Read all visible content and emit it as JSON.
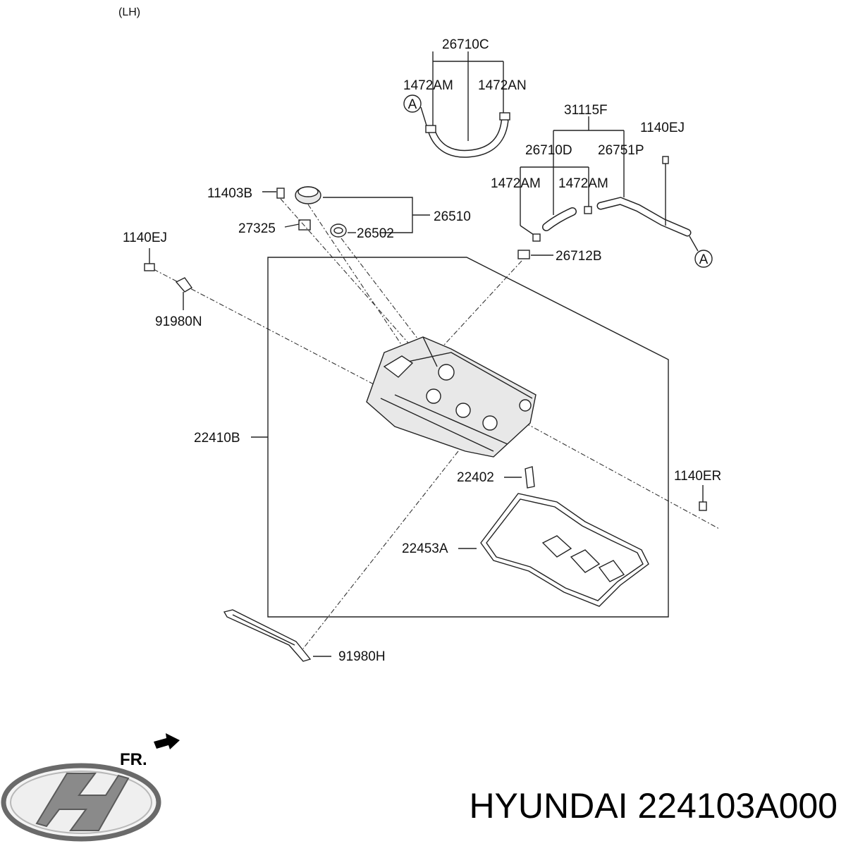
{
  "diagram": {
    "side_label": "(LH)",
    "ref_a": "A",
    "front_label": "FR."
  },
  "parts": {
    "p26710C": "26710C",
    "p1472AM": "1472AM",
    "p1472AN": "1472AN",
    "p31115F": "31115F",
    "p1140EJ": "1140EJ",
    "p26710D": "26710D",
    "p26751P": "26751P",
    "p11403B": "11403B",
    "p26510": "26510",
    "p27325": "27325",
    "p26502": "26502",
    "p26712B": "26712B",
    "p91980N": "91980N",
    "p22410B": "22410B",
    "p22402": "22402",
    "p1140ER": "1140ER",
    "p22453A": "22453A",
    "p91980H": "91980H"
  },
  "footer": {
    "brand": "HYUNDAI",
    "part_number": "224103A000"
  }
}
